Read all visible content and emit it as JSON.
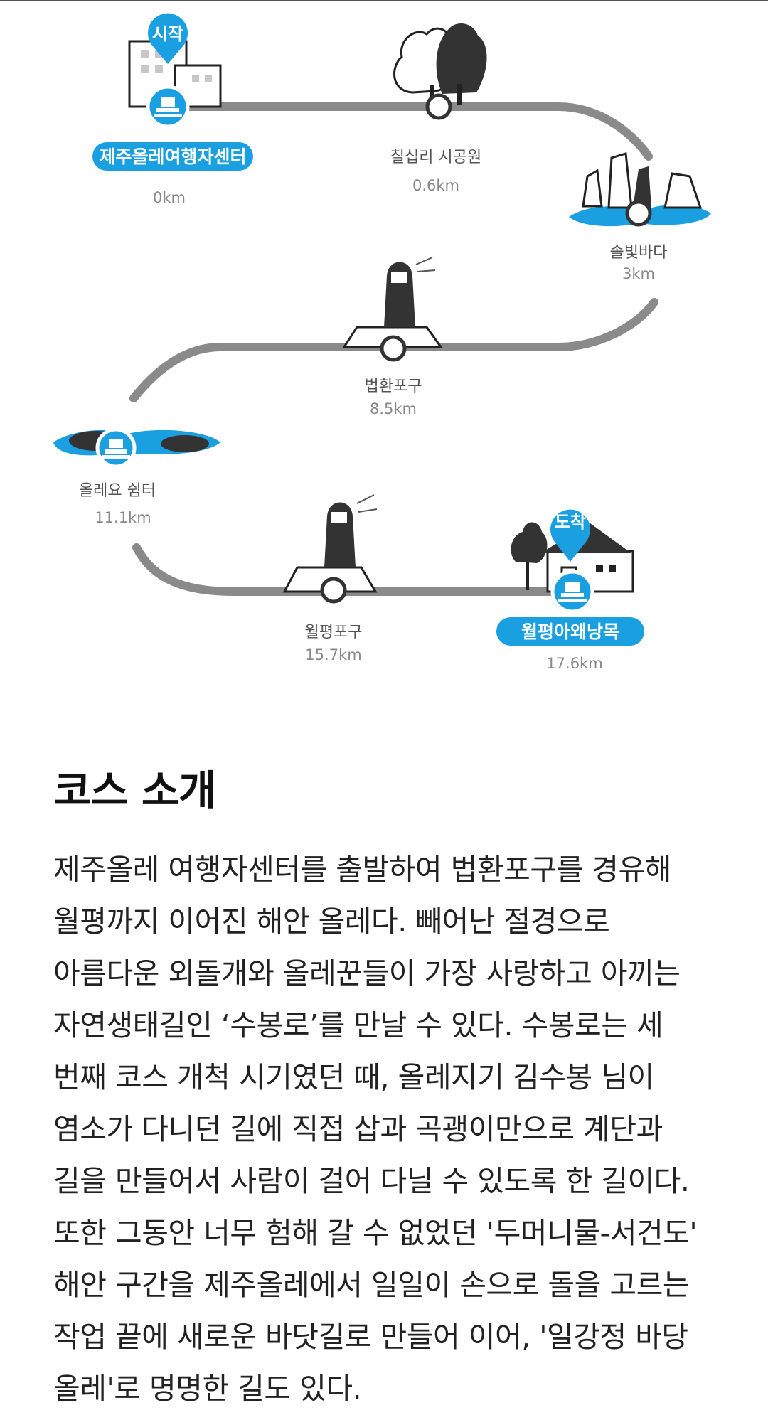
{
  "route": {
    "start_label": "시작",
    "end_label": "도착",
    "stops": [
      {
        "name": "제주올레여행자센터",
        "km": "0km"
      },
      {
        "name": "칠십리 시공원",
        "km": "0.6km"
      },
      {
        "name": "솔빛바다",
        "km": "3km"
      },
      {
        "name": "법환포구",
        "km": "8.5km"
      },
      {
        "name": "올레요 쉼터",
        "km": "11.1km"
      },
      {
        "name": "월평포구",
        "km": "15.7km"
      },
      {
        "name": "월평아왜낭목",
        "km": "17.6km"
      }
    ]
  },
  "intro": {
    "title": "코스 소개",
    "lines": [
      "제주올레 여행자센터를 출발하여 법환포구를 경유해",
      "월평까지 이어진 해안 올레다. 빼어난 절경으로",
      "아름다운 외돌개와 올레꾼들이 가장 사랑하고 아끼는",
      "자연생태길인 ‘수봉로’를 만날 수 있다. 수봉로는 세",
      "번째 코스 개척 시기였던 때, 올레지기 김수봉 님이",
      "염소가 다니던 길에 직접 삽과 곡괭이만으로 계단과",
      "길을 만들어서 사람이 걸어 다닐 수 있도록 한 길이다.",
      "또한 그동안 너무 험해 갈 수 없었던 '두머니물-서건도'",
      "해안 구간을 제주올레에서 일일이 손으로 돌을 고르는",
      "작업 끝에 새로운 바닷길로 만들어 이어, '일강정 바당",
      "올레'로 명명한 길도 있다."
    ]
  },
  "colors": {
    "accent": "#1aa0e0",
    "path": "#8a8a8a",
    "text": "#222222"
  }
}
